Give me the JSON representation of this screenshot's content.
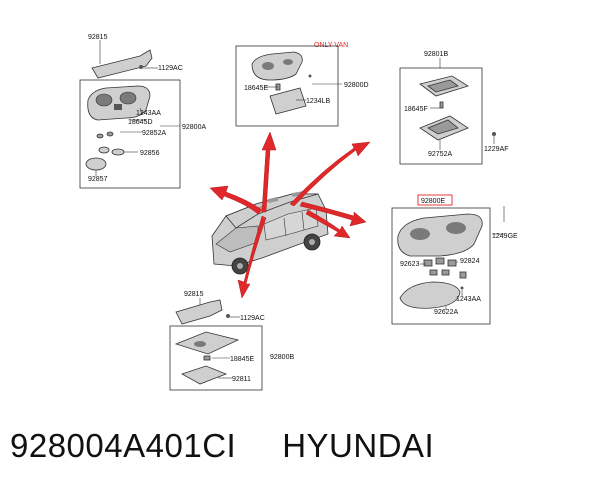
{
  "diagram": {
    "labels": {
      "tl_92815": "92815",
      "tl_1129ac": "1129AC",
      "tl_1243aa": "1243AA",
      "tl_18645d": "18645D",
      "tl_92852a": "92852A",
      "tl_92800a": "92800A",
      "tl_92856": "92856",
      "tl_92857": "92857",
      "tc_only_van": "ONLY VAN",
      "tc_18645e": "18645E",
      "tc_92800d": "92800D",
      "tc_1234lb": "1234LB",
      "tr_92801b": "92801B",
      "tr_18645f": "18645F",
      "tr_92752a": "92752A",
      "tr_1229af": "1229AF",
      "mr_92800e": "92800E",
      "mr_1249ge": "1249GE",
      "mr_92623": "92623",
      "mr_92824": "92824",
      "mr_1243aa": "1243AA",
      "mr_92622a": "92622A",
      "bc_92815": "92815",
      "bc_1129ac": "1129AC",
      "bc_18845e": "18845E",
      "bc_92800b": "92800B",
      "bc_92811": "92811"
    }
  },
  "caption": {
    "part_number": "928004A401CI",
    "brand": "HYUNDAI"
  },
  "colors": {
    "highlight": "#e0282a",
    "line": "#333333"
  }
}
